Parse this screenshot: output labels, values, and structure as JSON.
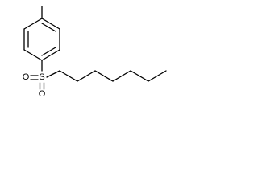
{
  "molecule": {
    "atoms": {
      "sulfur": "S",
      "oxygen_left": "O",
      "oxygen_bottom": "O"
    }
  },
  "colors": {
    "background": "#ffffff",
    "bond": "#000000",
    "label": "#000000"
  }
}
